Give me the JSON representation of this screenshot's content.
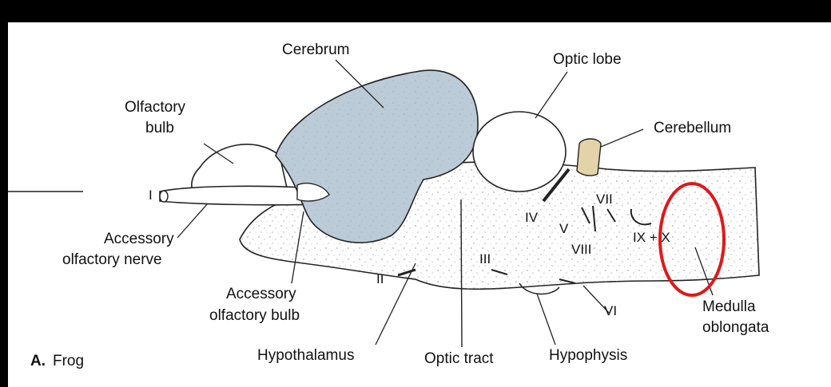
{
  "figure": {
    "caption_letter": "A.",
    "caption_text": "Frog"
  },
  "labels": {
    "cerebrum": "Cerebrum",
    "optic_lobe": "Optic lobe",
    "olfactory_bulb_1": "Olfactory",
    "olfactory_bulb_2": "bulb",
    "cerebellum": "Cerebellum",
    "accessory_nerve_1": "Accessory",
    "accessory_nerve_2": "olfactory nerve",
    "accessory_bulb_1": "Accessory",
    "accessory_bulb_2": "olfactory bulb",
    "hypothalamus": "Hypothalamus",
    "optic_tract": "Optic tract",
    "hypophysis": "Hypophysis",
    "medulla_1": "Medulla",
    "medulla_2": "oblongata"
  },
  "nerves": {
    "n1": "I",
    "n2": "II",
    "n3": "III",
    "n4": "IV",
    "n5": "V",
    "n6": "VI",
    "n7": "VII",
    "n8": "VIII",
    "n9_10": "IX + X"
  },
  "colors": {
    "cerebrum_fill": "#bccbd8",
    "cerebellum_fill": "#e3d3a8",
    "highlight_circle": "#e01818",
    "background": "#000000",
    "panel": "#ffffff"
  }
}
